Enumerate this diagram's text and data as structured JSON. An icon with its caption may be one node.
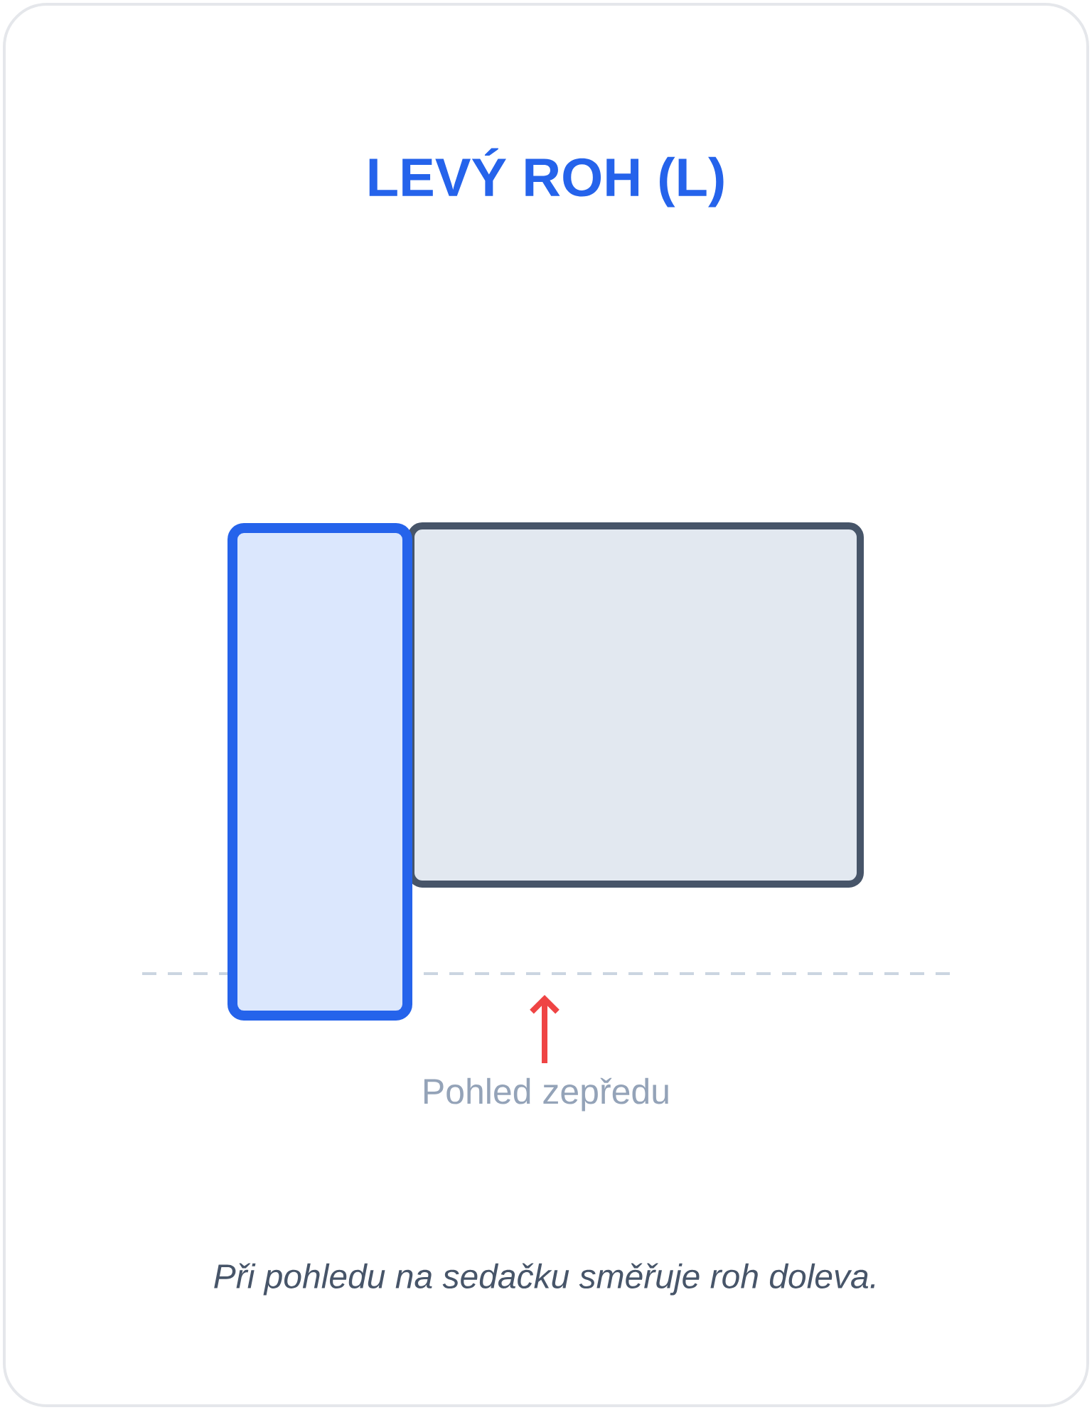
{
  "diagram": {
    "title": "LEVÝ ROH (L)",
    "caption": "Při pohledu na sedačku směřuje roh doleva.",
    "nodes": [
      {
        "text": [],
        "shape": "box"
      },
      {
        "text": [],
        "shape": "box"
      }
    ],
    "labels": [
      "Pohled zepředu"
    ]
  }
}
